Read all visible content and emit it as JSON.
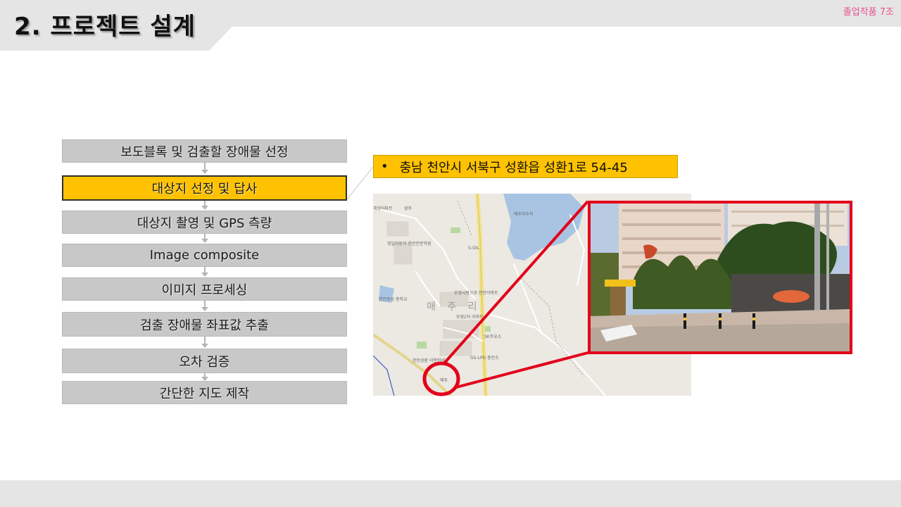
{
  "header": {
    "title": "2. 프로젝트 설계",
    "team": "졸업작품 7조"
  },
  "flow": {
    "steps": [
      {
        "label": "보도블록 및 검출할 장애물 선정",
        "active": false
      },
      {
        "label": "대상지 선정 및 답사",
        "active": true
      },
      {
        "label": "대상지 촬영 및 GPS 측량",
        "active": false
      },
      {
        "label": "Image composite",
        "active": false
      },
      {
        "label": "이미지 프로세싱",
        "active": false
      },
      {
        "label": "검출 장애물 좌표값 추출",
        "active": false
      },
      {
        "label": "오차 검증",
        "active": false
      },
      {
        "label": "간단한 지도 제작",
        "active": false
      }
    ]
  },
  "callout": {
    "bullet": "•",
    "text": "충남 천안시 서북구 성환읍 성환1로 54-45"
  },
  "map": {
    "labels": [
      "매주자수지",
      "S-OIL",
      "부영사랑으로 천안아파트",
      "부영2차 아파트",
      "SK주유소",
      "GS-LPG 충전소",
      "천안성환 이편한세상",
      "매주",
      "영일자동차 운전전문학원",
      "천안동성 중학교",
      "매 주 리",
      "광주",
      "해성아파트"
    ]
  },
  "colors": {
    "accent_yellow": "#fec200",
    "highlight_red": "#e3001b",
    "band_gray": "#e6e5e5",
    "step_gray": "#c9c8c8",
    "team_pink": "#e4508a"
  }
}
